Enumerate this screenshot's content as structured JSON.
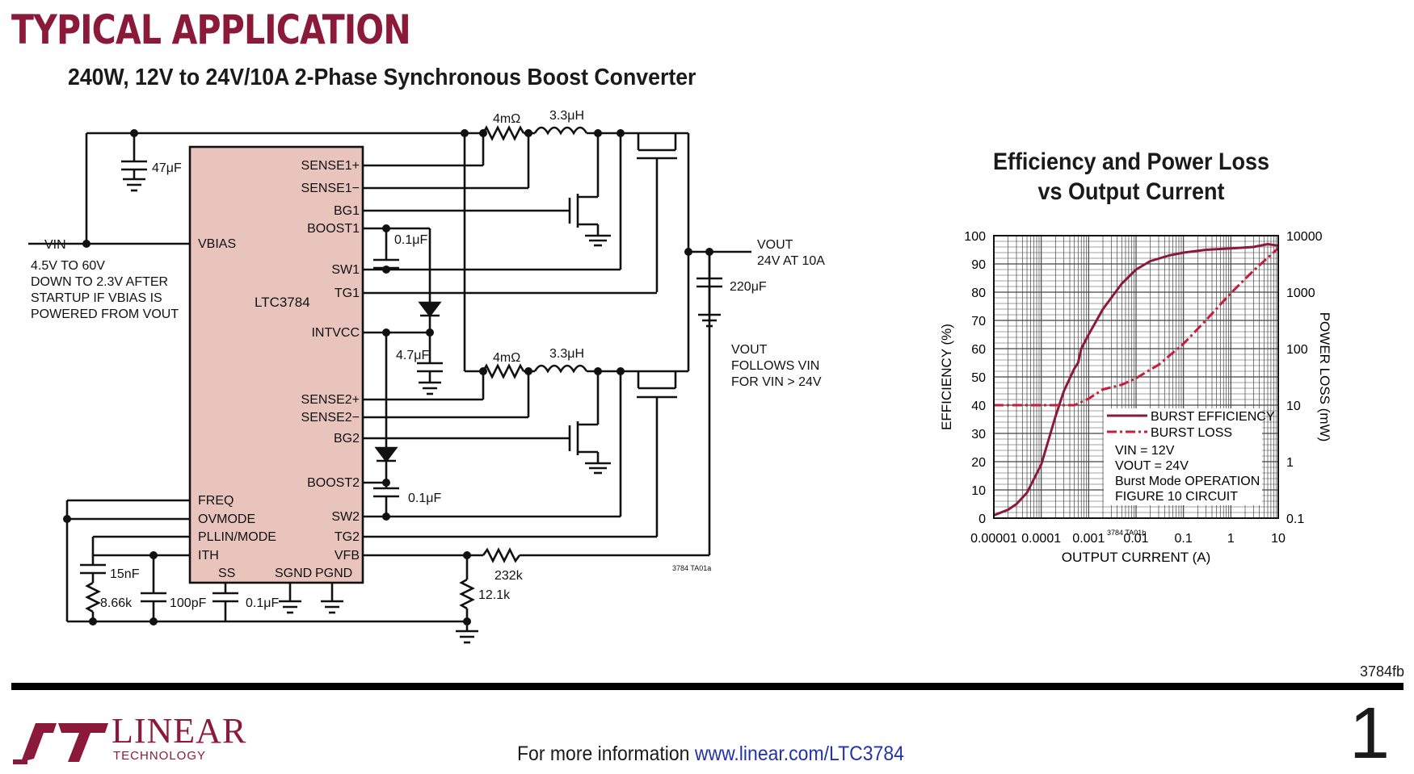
{
  "header": {
    "section_title": "TYPICAL APPLICATION",
    "circuit_title": "240W, 12V to 24V/10A 2-Phase Synchronous Boost Converter"
  },
  "schematic": {
    "ic_name": "LTC3784",
    "pins_right": [
      "SENSE1+",
      "SENSE1−",
      "BG1",
      "BOOST1",
      "SW1",
      "TG1",
      "INTVCC",
      "SENSE2+",
      "SENSE2−",
      "BG2",
      "BOOST2",
      "SW2",
      "TG2",
      "VFB"
    ],
    "pins_left": [
      "VBIAS",
      "FREQ",
      "OVMODE",
      "PLLIN/MODE",
      "ITH"
    ],
    "pins_bottom": [
      "SS",
      "SGND",
      "PGND"
    ],
    "vin_label": "VIN",
    "vin_note": [
      "4.5V TO 60V",
      "DOWN TO 2.3V AFTER",
      "STARTUP IF VBIAS IS",
      "POWERED FROM VOUT"
    ],
    "vout_label": "VOUT",
    "vout_spec": "24V AT 10A",
    "vout_note": [
      "VOUT",
      "FOLLOWS VIN",
      "FOR VIN > 24V"
    ],
    "components": {
      "cin": "47μF",
      "rsense1": "4mΩ",
      "l1": "3.3μH",
      "rsense2": "4mΩ",
      "l2": "3.3μH",
      "cboost1": "0.1μF",
      "cboost2": "0.1μF",
      "cintvcc": "4.7μF",
      "cout": "220μF",
      "rfb_top": "232k",
      "rfb_bot": "12.1k",
      "c_ith": "15nF",
      "r_ith": "8.66k",
      "c_ith2": "100pF",
      "c_ss": "0.1μF"
    },
    "figure_code": "3784 TA01a"
  },
  "chart_title": [
    "Efficiency and Power Loss",
    "vs Output Current"
  ],
  "chart_data": {
    "type": "line",
    "xlabel": "OUTPUT CURRENT (A)",
    "ylabel": "EFFICIENCY (%)",
    "y2label": "POWER LOSS (mW)",
    "x_scale": "log",
    "xlim": [
      1e-05,
      10
    ],
    "ylim": [
      0,
      100
    ],
    "y2lim": [
      0.1,
      10000
    ],
    "y2_scale": "log",
    "x_ticks": [
      "0.00001",
      "0.0001",
      "0.001",
      "0.01",
      "0.1",
      "1",
      "10"
    ],
    "y_ticks": [
      "0",
      "10",
      "20",
      "30",
      "40",
      "50",
      "60",
      "70",
      "80",
      "90",
      "100"
    ],
    "y2_ticks": [
      "0.1",
      "1",
      "10",
      "100",
      "1000",
      "10000"
    ],
    "grid": true,
    "series": [
      {
        "name": "BURST EFFICIENCY",
        "axis": "left",
        "color": "#8b1a3a",
        "style": "solid",
        "x": [
          1e-05,
          2e-05,
          3e-05,
          5e-05,
          0.0001,
          0.0002,
          0.0003,
          0.0005,
          0.0006,
          0.0007,
          0.001,
          0.002,
          0.005,
          0.01,
          0.02,
          0.05,
          0.1,
          0.3,
          1,
          3,
          6,
          10
        ],
        "y": [
          1,
          3,
          5,
          9,
          19,
          36,
          45,
          53,
          55,
          60,
          65,
          74,
          83,
          88,
          91,
          93,
          94,
          95,
          95.5,
          96,
          97,
          96.5
        ]
      },
      {
        "name": "BURST LOSS",
        "axis": "right",
        "color": "#c41e3a",
        "style": "dashdot",
        "x": [
          1e-05,
          0.0001,
          0.0005,
          0.001,
          0.002,
          0.005,
          0.01,
          0.03,
          0.1,
          0.3,
          1,
          3,
          10
        ],
        "y": [
          10,
          10,
          10,
          13,
          19,
          23,
          30,
          52,
          122,
          320,
          960,
          2400,
          6000
        ]
      }
    ],
    "legend": [
      "BURST EFFICIENCY",
      "BURST LOSS"
    ],
    "legend_position": "lower-right",
    "annotations": [
      "VIN = 12V",
      "VOUT = 24V",
      "Burst Mode OPERATION",
      "FIGURE 10 CIRCUIT"
    ],
    "figure_code": "3784 TA01b"
  },
  "footer": {
    "doc_code": "3784fb",
    "text": "For more information ",
    "link": "www.linear.com/LTC3784",
    "page_number": "1",
    "logo_word": "LINEAR",
    "logo_sub": "TECHNOLOGY"
  }
}
